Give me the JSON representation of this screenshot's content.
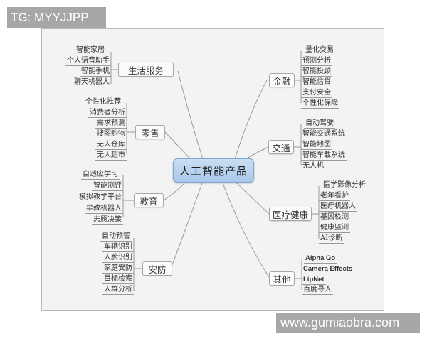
{
  "watermark_top": "TG: MYYJJPP",
  "watermark_bottom": "www.gumiaobra.com",
  "mindmap": {
    "center": "人工智能产品",
    "branches": [
      {
        "label": "生活服务",
        "side": "left",
        "items": [
          "智能家居",
          "个人语音助手",
          "智能手机",
          "聊天机器人"
        ]
      },
      {
        "label": "零售",
        "side": "left",
        "items": [
          "个性化推荐",
          "消费者分析",
          "需求预测",
          "搜图购物",
          "无人仓库",
          "无人超市"
        ]
      },
      {
        "label": "教育",
        "side": "left",
        "items": [
          "自适应学习",
          "智能测评",
          "模拟教学平台",
          "早教机器人",
          "志愿决策"
        ]
      },
      {
        "label": "安防",
        "side": "left",
        "items": [
          "自动预警",
          "车辆识别",
          "人脸识别",
          "家庭安防",
          "目标检索",
          "人群分析"
        ]
      },
      {
        "label": "金融",
        "side": "right",
        "items": [
          "量化交易",
          "预测分析",
          "智能投顾",
          "智能信贷",
          "支付安全",
          "个性化保险"
        ]
      },
      {
        "label": "交通",
        "side": "right",
        "items": [
          "自动驾驶",
          "智能交通系统",
          "智能地图",
          "智能车载系统",
          "无人机"
        ]
      },
      {
        "label": "医疗健康",
        "side": "right",
        "items": [
          "医学影像分析",
          "老年看护",
          "医疗机器人",
          "基因检测",
          "健康监测",
          "AI诊断"
        ]
      },
      {
        "label": "其他",
        "side": "right",
        "items": [
          "Alpha Go",
          "Camera Effects",
          "LipNet",
          "百度寻人"
        ]
      }
    ]
  },
  "colors": {
    "center_fill": "#b6d1ee",
    "center_border": "#7ea7d6",
    "frame_bg": "#f3f3f3",
    "watermark_bg": "#a7a7a7"
  }
}
